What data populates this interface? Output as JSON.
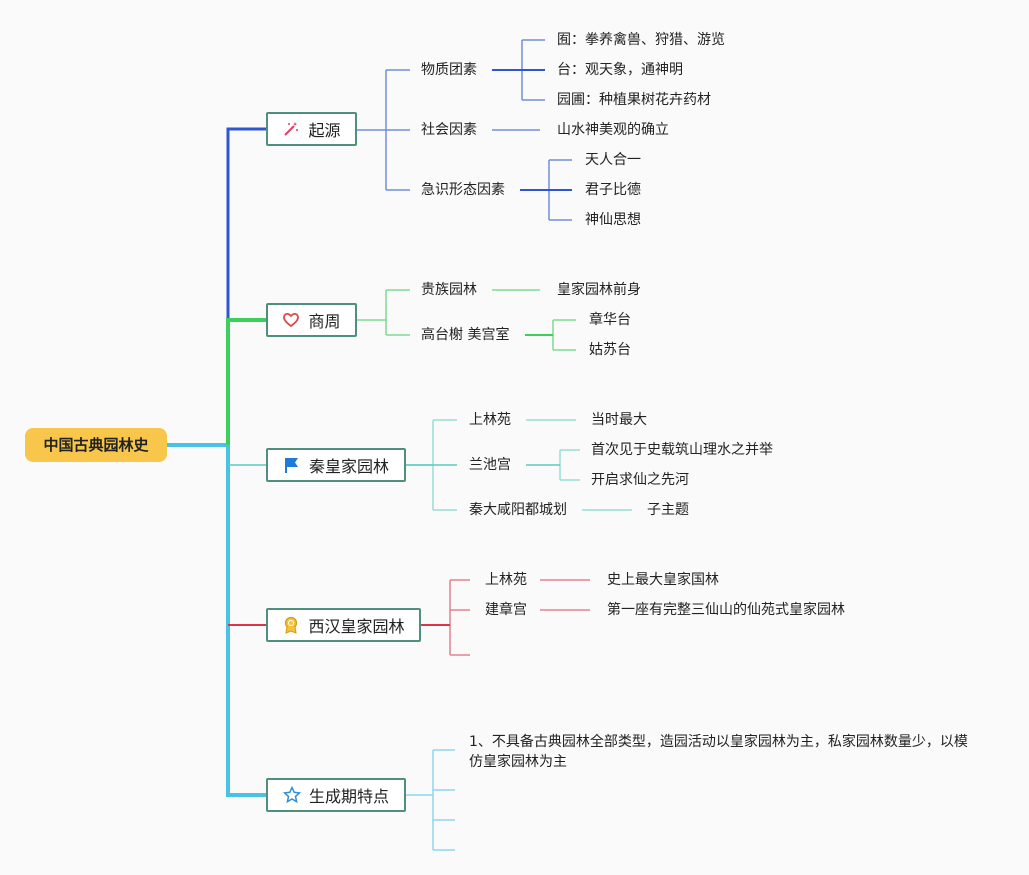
{
  "root": "中国古典园林史",
  "branches": {
    "b1": {
      "label": "起源",
      "icon": "magic-wand-icon",
      "color": "#2f56d1",
      "children": [
        {
          "label": "物质团素",
          "items": [
            "囿：拳养禽兽、狩猎、游览",
            "台：观天象，通神明",
            "园圃：种植果树花卉药材"
          ]
        },
        {
          "label": "社会因素",
          "items": [
            "山水神美观的确立"
          ]
        },
        {
          "label": "急识形态因素",
          "items": [
            "天人合一",
            "君子比德",
            "神仙思想"
          ]
        }
      ]
    },
    "b2": {
      "label": "商周",
      "icon": "heart-icon",
      "color": "#3ccf5b",
      "children": [
        {
          "label": "贵族园林",
          "items": [
            "皇家园林前身"
          ]
        },
        {
          "label": "高台榭 美宫室",
          "items": [
            "章华台",
            "姑苏台"
          ]
        }
      ]
    },
    "b3": {
      "label": "秦皇家园林",
      "icon": "flag-icon",
      "color": "#5ac9c0",
      "children": [
        {
          "label": "上林苑",
          "items": [
            "当时最大"
          ]
        },
        {
          "label": "兰池宫",
          "items": [
            "首次见于史载筑山理水之并举",
            "开启求仙之先河"
          ]
        },
        {
          "label": "秦大咸阳都城划",
          "items": [
            "子主题"
          ]
        }
      ]
    },
    "b4": {
      "label": "西汉皇家园林",
      "icon": "award-icon",
      "color": "#d9364a",
      "children": [
        {
          "label": "上林苑",
          "items": [
            "史上最大皇家国林"
          ]
        },
        {
          "label": "建章宫",
          "items": [
            "第一座有完整三仙山的仙苑式皇家园林"
          ]
        }
      ]
    },
    "b5": {
      "label": "生成期特点",
      "icon": "star-icon",
      "color": "#4ac2e6",
      "items": [
        "1、不具备古典园林全部类型，造园活动以皇家园林为主，私家园林数量少，以模仿皇家园林为主"
      ]
    }
  }
}
